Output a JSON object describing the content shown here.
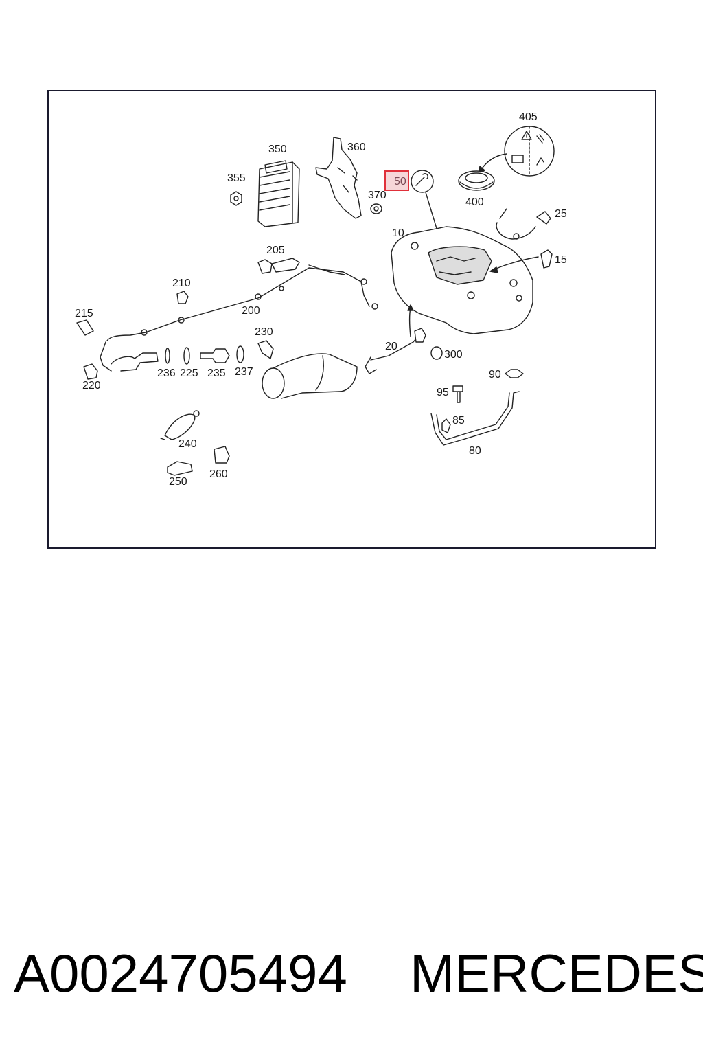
{
  "diagram": {
    "highlighted_part": "50",
    "labels": {
      "p405": "405",
      "p350": "350",
      "p360": "360",
      "p355": "355",
      "p370": "370",
      "p400": "400",
      "p25": "25",
      "p10": "10",
      "p15": "15",
      "p205": "205",
      "p210": "210",
      "p200": "200",
      "p215": "215",
      "p230": "230",
      "p20": "20",
      "p300": "300",
      "p236": "236",
      "p225": "225",
      "p235": "235",
      "p237": "237",
      "p220": "220",
      "p90": "90",
      "p95": "95",
      "p85": "85",
      "p80": "80",
      "p240": "240",
      "p260": "260",
      "p250": "250"
    }
  },
  "footer": {
    "part_number": "A0024705494",
    "brand": "MERCEDES"
  }
}
